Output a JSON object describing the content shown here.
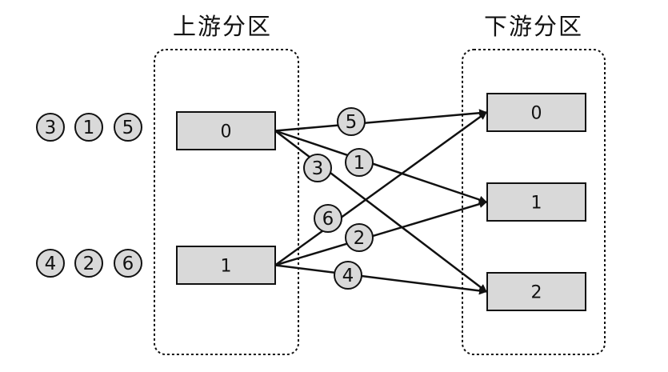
{
  "upstream": {
    "title": "上游分区",
    "partitions": [
      {
        "label": "0",
        "records": [
          "3",
          "1",
          "5"
        ]
      },
      {
        "label": "1",
        "records": [
          "4",
          "2",
          "6"
        ]
      }
    ]
  },
  "downstream": {
    "title": "下游分区",
    "partitions": [
      {
        "label": "0"
      },
      {
        "label": "1"
      },
      {
        "label": "2"
      }
    ]
  },
  "routes": [
    {
      "from": 0,
      "to": 0,
      "record": "5"
    },
    {
      "from": 0,
      "to": 1,
      "record": "1"
    },
    {
      "from": 0,
      "to": 2,
      "record": "3"
    },
    {
      "from": 1,
      "to": 0,
      "record": "6"
    },
    {
      "from": 1,
      "to": 1,
      "record": "2"
    },
    {
      "from": 1,
      "to": 2,
      "record": "4"
    }
  ],
  "colors": {
    "box_fill": "#d9d9d9",
    "circle_fill": "#d9d9d9",
    "stroke": "#111111"
  }
}
